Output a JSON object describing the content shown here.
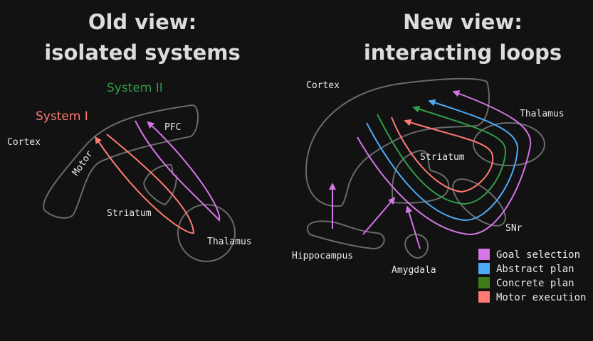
{
  "left": {
    "title_line1": "Old view:",
    "title_line2": "isolated systems",
    "system2": "System II",
    "system1": "System I",
    "cortex": "Cortex",
    "motor": "Motor",
    "pfc": "PFC",
    "striatum": "Striatum",
    "thalamus": "Thalamus"
  },
  "right": {
    "title_line1": "New view:",
    "title_line2": "interacting loops",
    "cortex": "Cortex",
    "thalamus": "Thalamus",
    "striatum": "Striatum",
    "snr": "SNr",
    "hippocampus": "Hippocampus",
    "amygdala": "Amygdala"
  },
  "legend": [
    {
      "label": "Goal selection",
      "color": "#d575e8"
    },
    {
      "label": "Abstract plan",
      "color": "#4dabf7"
    },
    {
      "label": "Concrete plan",
      "color": "#407c15"
    },
    {
      "label": "Motor execution",
      "color": "#ff7b72"
    }
  ],
  "colors": {
    "system1": "#ff7b72",
    "system2": "#2f9e44",
    "goal": "#d575e8",
    "abstract": "#4dabf7",
    "concrete": "#2f9e44",
    "motor": "#ff7b72",
    "outline": "#6a6a6a"
  }
}
